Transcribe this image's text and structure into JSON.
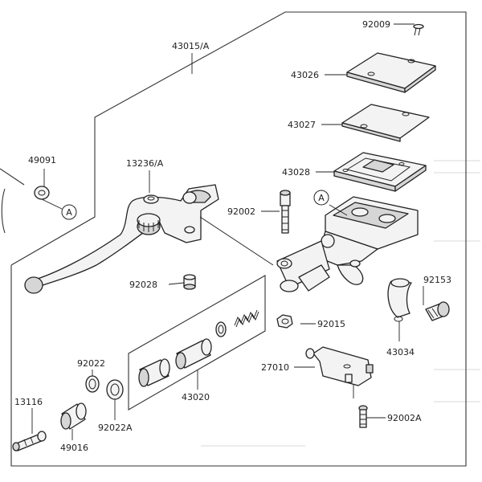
{
  "labels": {
    "assembly_main": "43015/A",
    "screw_top": "92009",
    "cap": "43026",
    "plate": "43027",
    "diaphragm": "43028",
    "ring_left": "49091",
    "lever_pivot": "13236/A",
    "bolt_pivot": "92002",
    "callout_a_left": "A",
    "callout_a_right": "A",
    "nut_pivot": "92028",
    "bolt_clamp": "92153",
    "spring_nut": "92015",
    "clamp": "43034",
    "switch": "27010",
    "screw_switch": "92002A",
    "piston_kit": "43020",
    "circlip": "92022",
    "washer": "92022A",
    "rod": "13116",
    "boot": "49016"
  }
}
